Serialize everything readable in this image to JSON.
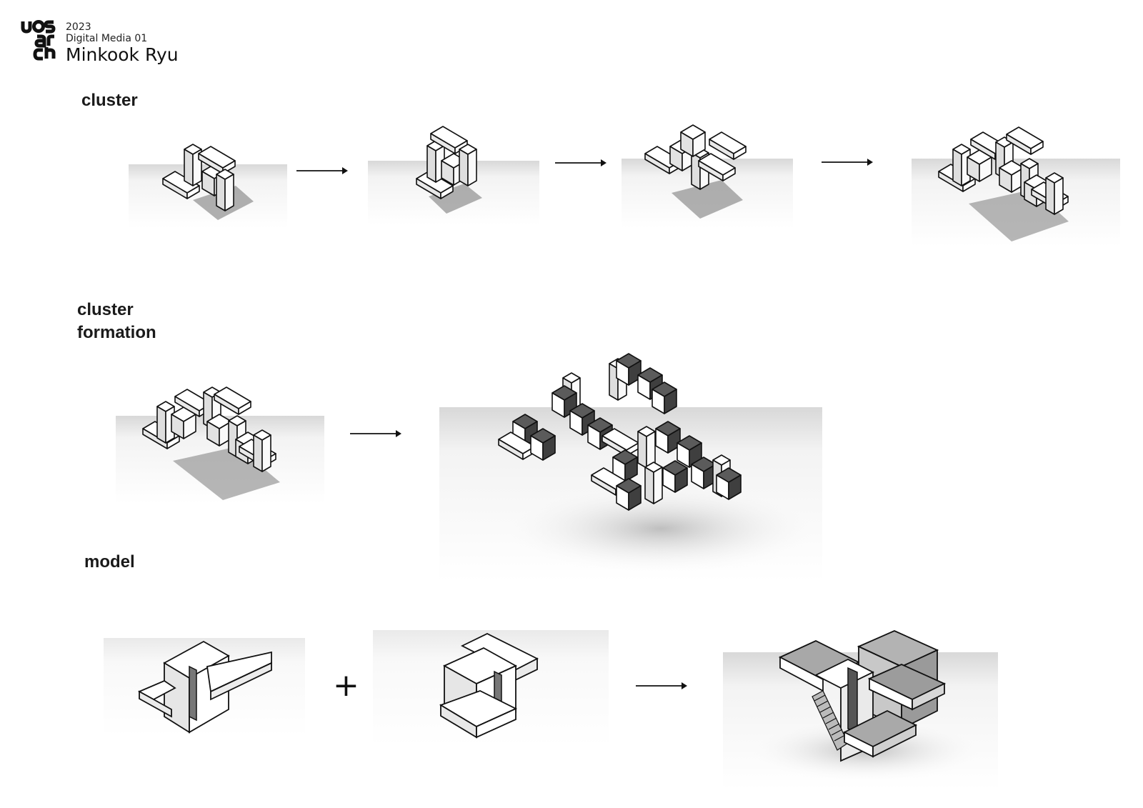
{
  "header": {
    "logo_text": "uos arch",
    "year": "2023",
    "course": "Digital Media 01",
    "author": "Minkook Ryu"
  },
  "sections": {
    "cluster": {
      "title": "cluster"
    },
    "cluster_formation": {
      "title_line1": "cluster",
      "title_line2": "formation"
    },
    "model": {
      "title": "model"
    }
  },
  "symbols": {
    "plus": "+"
  },
  "colors": {
    "ink": "#111111",
    "face_light": "#ffffff",
    "face_mid": "#d9d9d9",
    "face_dark": "#5a5a5a",
    "shadow": "#8a8a8a"
  }
}
